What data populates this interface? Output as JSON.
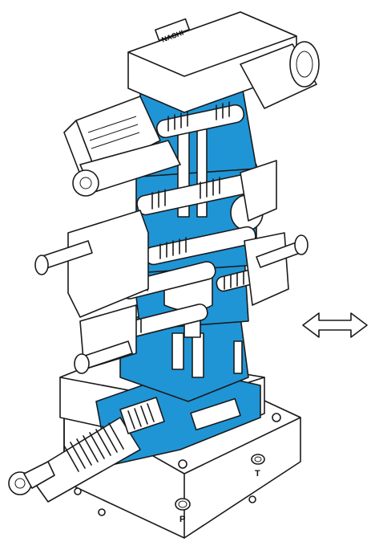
{
  "figure": {
    "colors": {
      "section_fill": "#1f95d6",
      "outline": "#1a1a1a",
      "body_fill": "#ffffff",
      "background": "#ffffff"
    },
    "labels": {
      "nameplate": "NACHI",
      "port_p": "P",
      "port_t": "T"
    },
    "icons": {
      "direction_indicator": "double-arrow-horizontal-icon"
    }
  }
}
